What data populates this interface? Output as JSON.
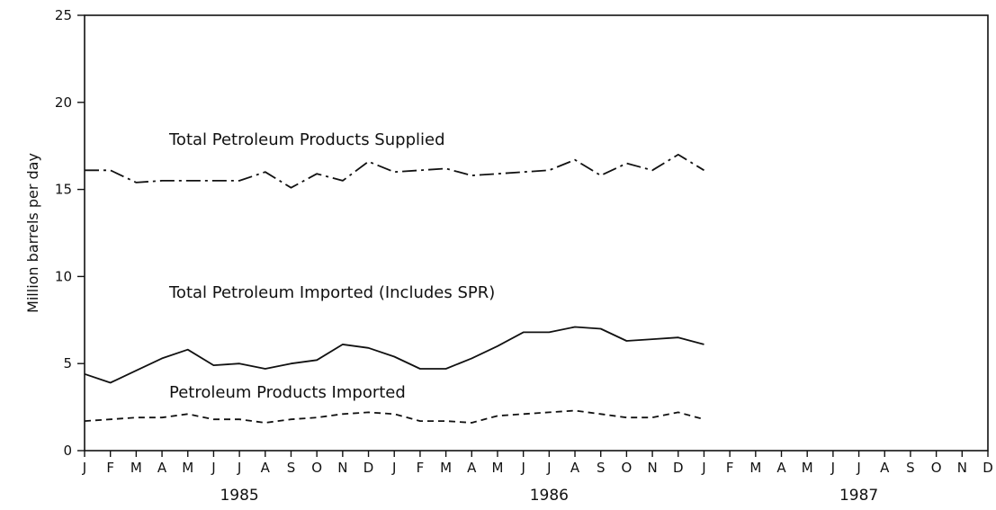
{
  "chart_data": {
    "type": "line",
    "title": "",
    "xlabel": "",
    "ylabel": "Million barrels per day",
    "ylim": [
      0,
      25
    ],
    "yticks": [
      0,
      5,
      10,
      15,
      20,
      25
    ],
    "grid": false,
    "legend": "none",
    "x_month_labels": [
      "J",
      "F",
      "M",
      "A",
      "M",
      "J",
      "J",
      "A",
      "S",
      "O",
      "N",
      "D",
      "J",
      "F",
      "M",
      "A",
      "M",
      "J",
      "J",
      "A",
      "S",
      "O",
      "N",
      "D",
      "J",
      "F",
      "M",
      "A",
      "M",
      "J",
      "J",
      "A",
      "S",
      "O",
      "N",
      "D"
    ],
    "years": [
      {
        "label": "1985",
        "center_month": "1985-07"
      },
      {
        "label": "1986",
        "center_month": "1986-07"
      },
      {
        "label": "1987",
        "center_month": "1987-07"
      }
    ],
    "x": [
      "1985-01",
      "1985-02",
      "1985-03",
      "1985-04",
      "1985-05",
      "1985-06",
      "1985-07",
      "1985-08",
      "1985-09",
      "1985-10",
      "1985-11",
      "1985-12",
      "1986-01",
      "1986-02",
      "1986-03",
      "1986-04",
      "1986-05",
      "1986-06",
      "1986-07",
      "1986-08",
      "1986-09",
      "1986-10",
      "1986-11",
      "1986-12",
      "1987-01"
    ],
    "series": [
      {
        "name": "Total Petroleum Products Supplied",
        "style": "dashdot",
        "color": "#111111",
        "values": [
          16.1,
          16.1,
          15.4,
          15.5,
          15.5,
          15.5,
          15.5,
          16.0,
          15.1,
          15.9,
          15.5,
          16.6,
          16.0,
          16.1,
          16.2,
          15.8,
          15.9,
          16.0,
          16.1,
          16.7,
          15.8,
          16.5,
          16.1,
          17.0,
          16.1
        ]
      },
      {
        "name": "Total Petroleum Imported (Includes SPR)",
        "style": "solid",
        "color": "#111111",
        "values": [
          4.4,
          3.9,
          4.6,
          5.3,
          5.8,
          4.9,
          5.0,
          4.7,
          5.0,
          5.2,
          6.1,
          5.9,
          5.4,
          4.7,
          4.7,
          5.3,
          6.0,
          6.8,
          6.8,
          7.1,
          7.0,
          6.3,
          6.4,
          6.5,
          6.1
        ]
      },
      {
        "name": "Petroleum Products Imported",
        "style": "dashed",
        "color": "#111111",
        "values": [
          1.7,
          1.8,
          1.9,
          1.9,
          2.1,
          1.8,
          1.8,
          1.6,
          1.8,
          1.9,
          2.1,
          2.2,
          2.1,
          1.7,
          1.7,
          1.6,
          2.0,
          2.1,
          2.2,
          2.3,
          2.1,
          1.9,
          1.9,
          2.2,
          1.8
        ]
      }
    ],
    "annotations": [
      {
        "text": "Total Petroleum Products Supplied",
        "series": 0
      },
      {
        "text": "Total Petroleum Imported (Includes SPR)",
        "series": 1
      },
      {
        "text": "Petroleum Products Imported",
        "series": 2
      }
    ]
  }
}
